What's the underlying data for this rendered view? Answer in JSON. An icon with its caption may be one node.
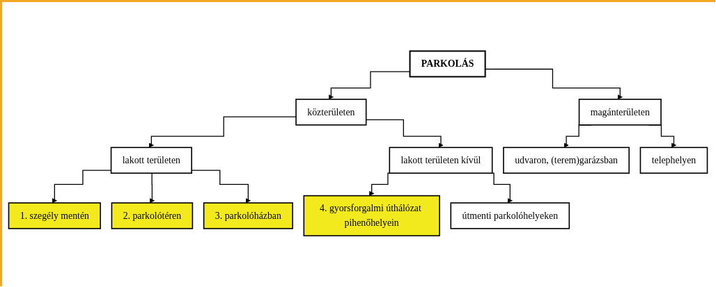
{
  "diagram": {
    "nodes": [
      {
        "text": [
          "PARKOLÁS"
        ]
      },
      {
        "text": [
          "közterületen"
        ]
      },
      {
        "text": [
          "magánterületen"
        ]
      },
      {
        "text": [
          "lakott területen"
        ]
      },
      {
        "text": [
          "lakott területen kívül"
        ]
      },
      {
        "text": [
          "udvaron, (terem)garázsban"
        ]
      },
      {
        "text": [
          "telephelyen"
        ]
      },
      {
        "text": [
          "1. szegély mentén"
        ]
      },
      {
        "text": [
          "2. parkolótéren"
        ]
      },
      {
        "text": [
          "3. parkolóházban"
        ]
      },
      {
        "text": [
          "4. gyorsforgalmi úthálózat pihenőhelyein"
        ]
      },
      {
        "text": [
          "útmenti parkolóhelyeken"
        ]
      }
    ],
    "edges": [
      {
        "from": 0,
        "to": 1,
        "arrow": "to"
      },
      {
        "from": 0,
        "to": 2,
        "arrow": "to"
      },
      {
        "from": 1,
        "to": 3,
        "arrow": "to"
      },
      {
        "from": 1,
        "to": 4,
        "arrow": "to"
      },
      {
        "from": 2,
        "to": 5,
        "arrow": "to"
      },
      {
        "from": 2,
        "to": 6,
        "arrow": "to"
      },
      {
        "from": 3,
        "to": 7,
        "arrow": "to"
      },
      {
        "from": 3,
        "to": 8,
        "arrow": "to"
      },
      {
        "from": 3,
        "to": 9,
        "arrow": "to"
      },
      {
        "from": 4,
        "to": 10,
        "arrow": "to"
      },
      {
        "from": 4,
        "to": 11,
        "arrow": "to"
      }
    ]
  }
}
